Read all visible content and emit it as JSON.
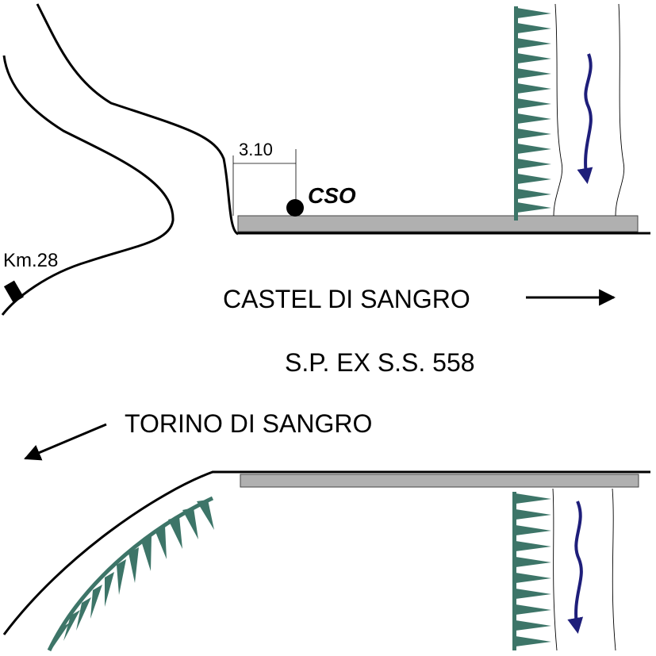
{
  "labels": {
    "distance": "3.10",
    "station": "CSO",
    "km_marker": "Km.28",
    "direction_east": "CASTEL DI SANGRO",
    "road_name": "S.P. EX S.S. 558",
    "direction_west": "TORINO DI SANGRO"
  },
  "colors": {
    "line": "#000000",
    "curb": "#b0b0b0",
    "embankment": "#3d7568",
    "river_arrow": "#1e1e7a"
  },
  "icons": {
    "station": "filled-circle",
    "km_marker": "milestone-post",
    "direction_east": "arrow-right",
    "direction_west": "arrow-down-left",
    "water_flow": "wavy-arrow-down",
    "embankment": "hatched-slope-symbol"
  }
}
